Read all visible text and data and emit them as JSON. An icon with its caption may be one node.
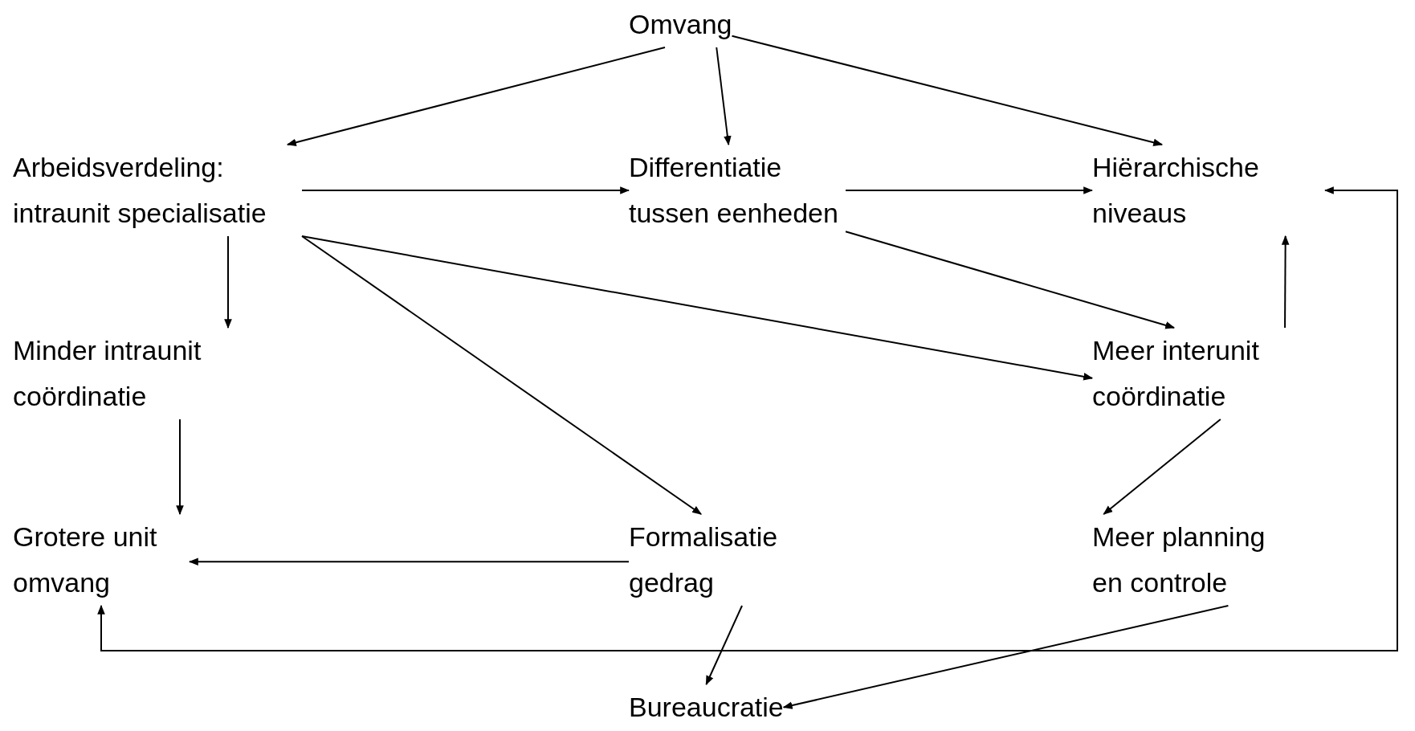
{
  "diagram": {
    "nodes": [
      {
        "text": [
          "Omvang"
        ]
      },
      {
        "text": [
          "Arbeidsverdeling: intraunit specialisatie"
        ]
      },
      {
        "text": [
          "Differentiatie tussen eenheden"
        ]
      },
      {
        "text": [
          "Hiërarchische niveaus"
        ]
      },
      {
        "text": [
          "Minder intraunit coördinatie"
        ]
      },
      {
        "text": [
          "Meer interunit coördinatie"
        ]
      },
      {
        "text": [
          "Grotere unit omvang"
        ]
      },
      {
        "text": [
          "Formalisatie gedrag"
        ]
      },
      {
        "text": [
          "Meer planning en controle"
        ]
      },
      {
        "text": [
          "Bureaucratie"
        ]
      }
    ],
    "edges": [
      {
        "from": 0,
        "to": 1,
        "arrow": "to"
      },
      {
        "from": 0,
        "to": 2,
        "arrow": "to"
      },
      {
        "from": 0,
        "to": 3,
        "arrow": "to"
      },
      {
        "from": 1,
        "to": 2,
        "arrow": "to"
      },
      {
        "from": 2,
        "to": 3,
        "arrow": "to"
      },
      {
        "from": 1,
        "to": 4,
        "arrow": "to"
      },
      {
        "from": 4,
        "to": 6,
        "arrow": "to"
      },
      {
        "from": 1,
        "to": 5,
        "arrow": "to"
      },
      {
        "from": 1,
        "to": 7,
        "arrow": "to"
      },
      {
        "from": 2,
        "to": 5,
        "arrow": "to"
      },
      {
        "from": 5,
        "to": 3,
        "arrow": "to"
      },
      {
        "from": 5,
        "to": 8,
        "arrow": "to"
      },
      {
        "from": 7,
        "to": 6,
        "arrow": "to"
      },
      {
        "from": 7,
        "to": 9,
        "arrow": "to"
      },
      {
        "from": 8,
        "to": 9,
        "arrow": "to"
      },
      {
        "from": 6,
        "to": 3,
        "arrow": "both"
      }
    ]
  }
}
